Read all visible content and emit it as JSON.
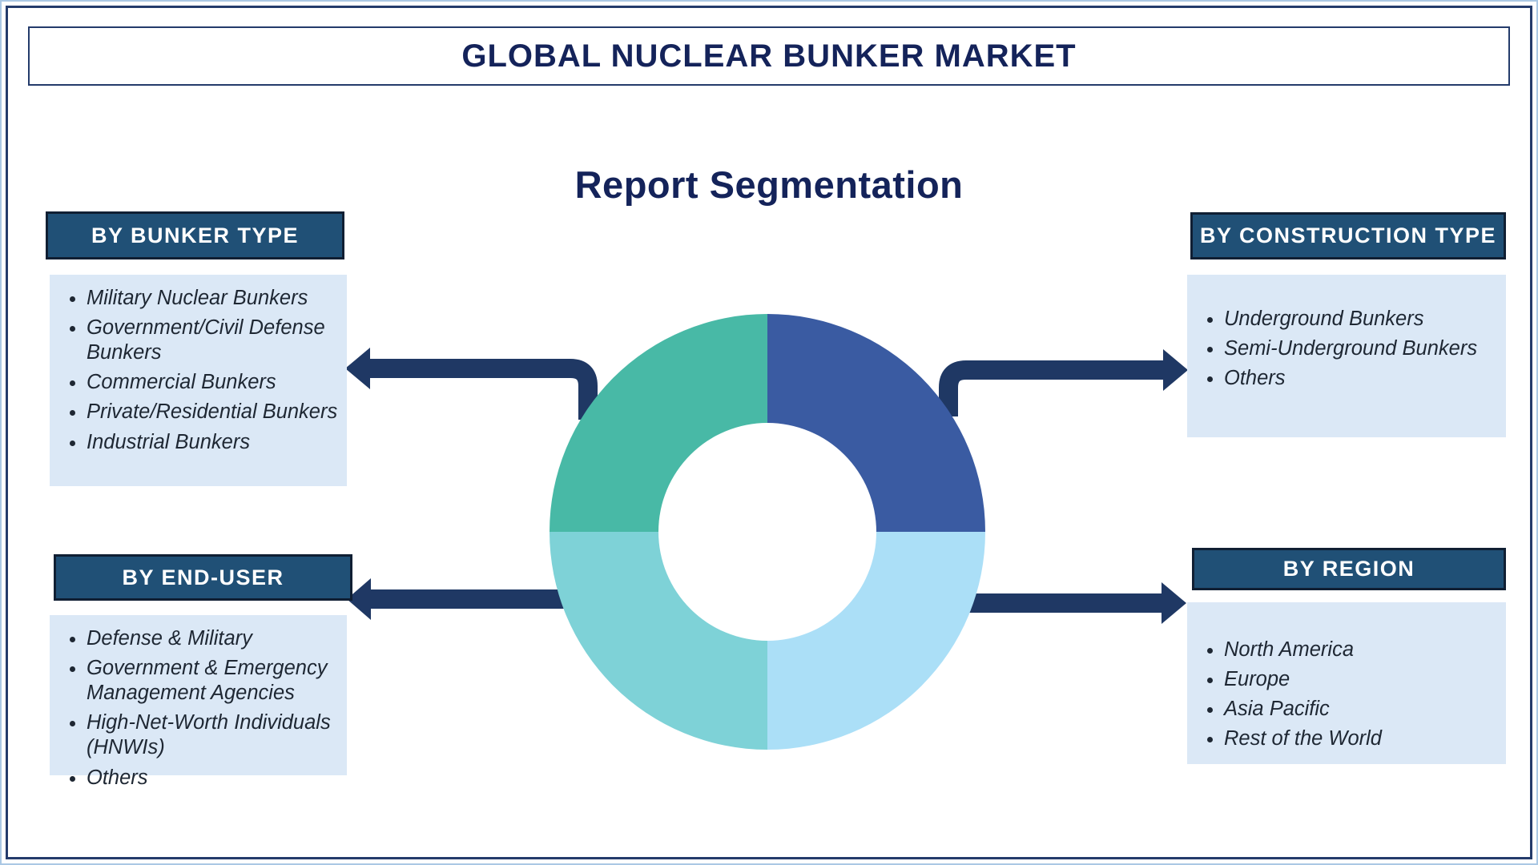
{
  "header": {
    "title": "GLOBAL NUCLEAR BUNKER MARKET"
  },
  "subtitle": "Report Segmentation",
  "segments": [
    {
      "label": "BY BUNKER TYPE",
      "position": "top-left",
      "items": [
        "Military Nuclear Bunkers",
        "Government/Civil Defense Bunkers",
        "Commercial Bunkers",
        "Private/Residential Bunkers",
        "Industrial Bunkers"
      ]
    },
    {
      "label": "BY CONSTRUCTION TYPE",
      "position": "top-right",
      "items": [
        "Underground Bunkers",
        "Semi-Underground Bunkers",
        "Others"
      ]
    },
    {
      "label": "BY END-USER",
      "position": "bottom-left",
      "items": [
        "Defense & Military",
        "Government & Emergency Management Agencies",
        "High-Net-Worth Individuals (HNWIs)",
        "Others"
      ]
    },
    {
      "label": "BY REGION",
      "position": "bottom-right",
      "items": [
        "North America",
        "Europe",
        "Asia Pacific",
        "Rest of the World"
      ]
    }
  ],
  "donut": {
    "type": "donut",
    "slices": [
      {
        "name": "BY CONSTRUCTION TYPE",
        "value": 25,
        "color": "#3a5ba2",
        "position": "top-right"
      },
      {
        "name": "BY REGION",
        "value": 25,
        "color": "#abdff7",
        "position": "bottom-right"
      },
      {
        "name": "BY END-USER",
        "value": 25,
        "color": "#7ed2d7",
        "position": "bottom-left"
      },
      {
        "name": "BY BUNKER TYPE",
        "value": 25,
        "color": "#48b9a6",
        "position": "top-left"
      }
    ]
  },
  "colors": {
    "accent_navy": "#1f3864",
    "header_box_fill": "#205076",
    "header_box_border": "#101f33",
    "list_box_fill": "#dbe8f6",
    "list_text": "#1e2733",
    "title_text": "#14235a",
    "page_border_outer": "#aac8e4",
    "page_border_inner": "#243b6b"
  }
}
